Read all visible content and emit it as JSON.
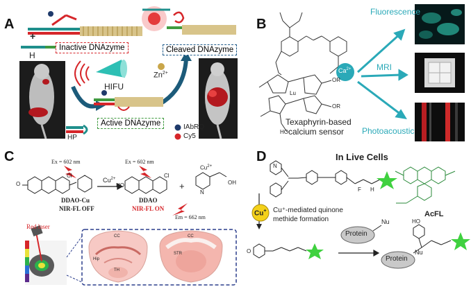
{
  "panel_a": {
    "label": "A",
    "h_label": "H",
    "plus": "+",
    "inactive": "Inactive DNAzyme",
    "hifu": "HIFU",
    "zn": "Zn",
    "zn_sup": "2+",
    "cleaved": "Cleaved DNAzyme",
    "active": "Active DNAzyme",
    "hp_label": "HP",
    "legend": [
      "IAbRQ",
      "Cy5"
    ],
    "colors": {
      "red": "#d6262a",
      "green": "#3f9a3f",
      "teal": "#1f8f8c",
      "navy": "#1f3a6b",
      "gold": "#c9a64a"
    }
  },
  "panel_b": {
    "label": "B",
    "ion": "Ca",
    "ion_sup": "2+",
    "fluorescence": "Fluorescence",
    "mri": "MRI",
    "photoacoustic": "Photoacoustic",
    "sensor_name": [
      "Texaphyrin-based",
      "calcium sensor"
    ],
    "or1": "OR",
    "or2": "OR",
    "lu": "Lu",
    "ho": "HO",
    "teal": "#2aa9b8"
  },
  "panel_c": {
    "label": "C",
    "ex1": "Ex = 602 nm",
    "ex2": "Ex = 602 nm",
    "em": "Em = 662 nm",
    "cu": "Cu",
    "cu_sup": "2+",
    "plus": "+",
    "cl": "Cl",
    "o": "O",
    "ho": "HO",
    "oh": "OH",
    "n": "N",
    "cu_small": "Cu",
    "cu_small_sup": "2+",
    "reactant": "DDAO-Cu",
    "reactant_state": "NIR-FL OFF",
    "product": "DDAO",
    "product_state": "NIR-FL ON",
    "laser": "Red laser",
    "regions": [
      "CC",
      "Hip",
      "TH",
      "CC",
      "STR"
    ]
  },
  "panel_d": {
    "label": "D",
    "title": "In Live Cells",
    "cu": "Cu",
    "cu_sup": "+",
    "mech": [
      "Cu⁺-mediated quinone",
      "methide formation"
    ],
    "acfl": "AcFL",
    "protein1": "Protein",
    "protein2": "Protein",
    "nu1": "Nu",
    "nu2": "Nu",
    "ho": "HO",
    "o": "O",
    "n": "N",
    "f": "F",
    "h": "H"
  }
}
